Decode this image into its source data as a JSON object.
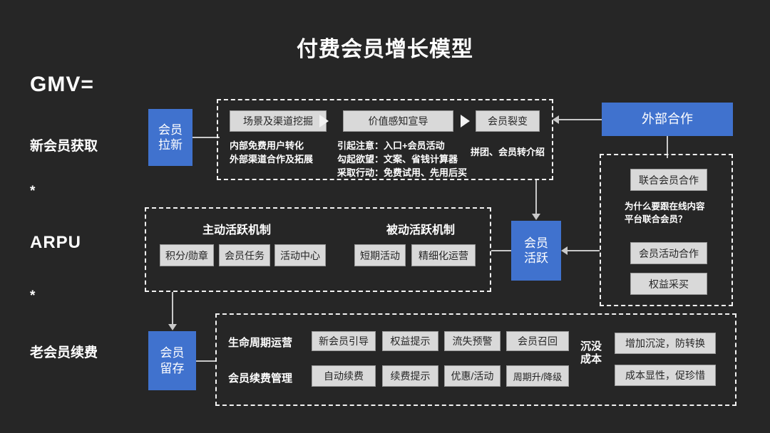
{
  "title": "付费会员增长模型",
  "left_axis": {
    "gmv": "GMV=",
    "acquisition": "新会员获取",
    "mult1": "*",
    "arpu": "ARPU",
    "mult2": "*",
    "renewal": "老会员续费"
  },
  "acquisition": {
    "node_label": "会员\n拉新",
    "steps": [
      {
        "chip": "场景及渠道挖掘",
        "note": "内部免费用户转化\n外部渠道合作及拓展"
      },
      {
        "chip": "价值感知宣导",
        "note": "引起注意：入口+会员活动\n勾起欲望：文案、省钱计算器\n采取行动：免费试用、先用后买"
      },
      {
        "chip": "会员裂变",
        "note": "拼团、会员转介绍"
      }
    ],
    "arrow_glyph": "triangle-right"
  },
  "external": {
    "node_label": "外部合作",
    "chips": [
      "联合会员合作",
      "会员活动合作",
      "权益采买"
    ],
    "question": "为什么要跟在线内容\n平台联合会员？"
  },
  "activity": {
    "node_label": "会员\n活跃",
    "groups": [
      {
        "heading": "主动活跃机制",
        "chips": [
          "积分/勋章",
          "会员任务",
          "活动中心"
        ]
      },
      {
        "heading": "被动活跃机制",
        "chips": [
          "短期活动",
          "精细化运营"
        ]
      }
    ]
  },
  "retention": {
    "node_label": "会员\n留存",
    "rows": [
      {
        "label": "生命周期运营",
        "chips": [
          "新会员引导",
          "权益提示",
          "流失预警",
          "会员召回"
        ]
      },
      {
        "label": "会员续费管理",
        "chips": [
          "自动续费",
          "续费提示",
          "优惠/活动",
          "周期升/降级"
        ]
      }
    ],
    "sunk_cost_label": "沉没\n成本",
    "sunk_cost_chips": [
      "增加沉淀，防转换",
      "成本显性，促珍惜"
    ]
  },
  "colors": {
    "background": "#262626",
    "accent_blue": "#4072ce",
    "chip_fill": "#d9d9d9",
    "chip_border": "#9a9a9a",
    "text": "#ffffff",
    "connector": "#c9c9c9"
  }
}
